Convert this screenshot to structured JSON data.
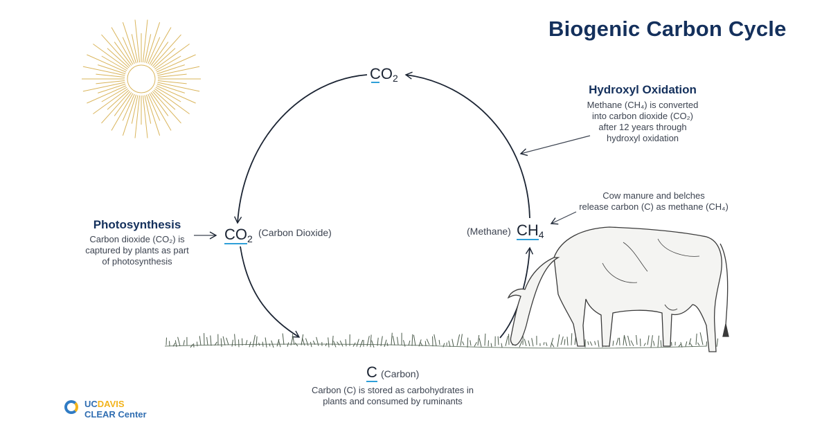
{
  "title": "Biogenic Carbon Cycle",
  "nodes": {
    "top": {
      "element": "CO",
      "subscript": "2"
    },
    "left": {
      "element": "CO",
      "subscript": "2",
      "label": "(Carbon Dioxide)"
    },
    "bottom": {
      "element": "C",
      "label": "(Carbon)"
    },
    "right": {
      "element": "CH",
      "subscript": "4",
      "label": "(Methane)"
    }
  },
  "photosynthesis": {
    "heading": "Photosynthesis",
    "description": "Carbon dioxide (CO₂) is\ncaptured by plants as part\nof photosynthesis"
  },
  "hydroxyl": {
    "heading": "Hydroxyl Oxidation",
    "description": "Methane (CH₄) is converted\ninto carbon dioxide (CO₂)\nafter 12 years through\nhydroxyl oxidation"
  },
  "cow_note": {
    "description": "Cow manure and belches\nrelease carbon (C) as methane (CH₄)"
  },
  "carbon_note": {
    "description": "Carbon (C) is stored as carbohydrates in\nplants and consumed by ruminants"
  },
  "logo": {
    "uc": "UC",
    "davis": "DAVIS",
    "center": "CLEAR Center"
  },
  "colors": {
    "title": "#14305c",
    "arrow": "#1b2433",
    "underline": "#2e9fd8",
    "sun": "#d9b45a",
    "grass": "#4a5a4a"
  },
  "icons": [
    "sun-icon",
    "cow-illustration",
    "grass-illustration",
    "uc-davis-logo-icon"
  ]
}
